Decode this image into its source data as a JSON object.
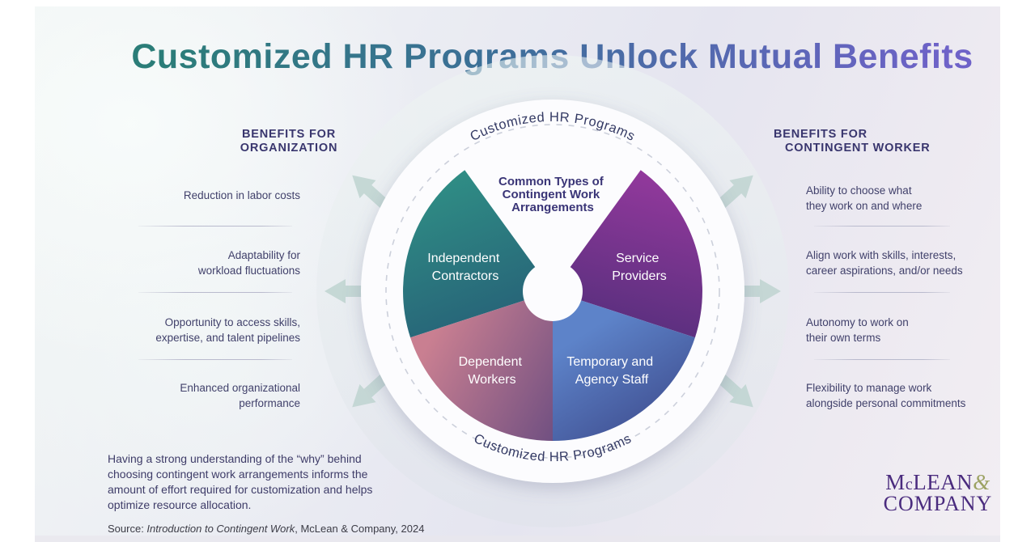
{
  "title": "Customized HR Programs Unlock Mutual Benefits",
  "colors": {
    "title_gradient_from": "#2B7D78",
    "title_gradient_to": "#6E62C8",
    "heading_text": "#39366E",
    "body_text": "#41416B",
    "arc_text": "#343A64",
    "divider": "#B9BACD",
    "arrow": "#BFD4D0",
    "ring_white": "#FCFCFE",
    "logo_purple": "#4A2B7E",
    "logo_ampersand": "#9CA263"
  },
  "left_panel": {
    "heading_line1": "BENEFITS FOR",
    "heading_line2": "ORGANIZATION",
    "items": [
      "Reduction in labor costs",
      "Adaptability for\nworkload fluctuations",
      "Opportunity to access skills,\nexpertise, and talent pipelines",
      "Enhanced organizational\nperformance"
    ]
  },
  "right_panel": {
    "heading_line1": "BENEFITS FOR",
    "heading_line2": "CONTINGENT WORKER",
    "items": [
      "Ability to choose what\nthey work on and where",
      "Align work with skills, interests,\ncareer aspirations, and/or needs",
      "Autonomy to work on\ntheir own terms",
      "Flexibility to manage work\nalongside personal commitments"
    ]
  },
  "wheel": {
    "top_arc_label": "Customized HR Programs",
    "bottom_arc_label": "Customized HR Programs",
    "center_title": {
      "line1": "Common Types of",
      "line2": "Contingent Work",
      "line3": "Arrangements"
    },
    "segments": [
      {
        "name": "independent-contractors",
        "line1": "Independent",
        "line2": "Contractors",
        "color_from": "#309186",
        "color_to": "#224A70"
      },
      {
        "name": "service-providers",
        "line1": "Service",
        "line2": "Providers",
        "color_from": "#9A3AA0",
        "color_to": "#3F2B70"
      },
      {
        "name": "dependent-workers",
        "line1": "Dependent",
        "line2": "Workers",
        "color_from": "#C97F91",
        "color_to": "#3D3478"
      },
      {
        "name": "temporary-agency-staff",
        "line1": "Temporary and",
        "line2": "Agency Staff",
        "color_from": "#5D83C9",
        "color_to": "#333878"
      }
    ]
  },
  "footnote": "Having a strong understanding of the “why” behind\nchoosing contingent work arrangements informs the\namount of effort required for customization and helps\noptimize resource allocation.",
  "source": {
    "prefix": "Source: ",
    "work_title": "Introduction to Contingent Work",
    "suffix": ", McLean & Company, 2024"
  },
  "logo": {
    "name_m": "M",
    "name_c": "c",
    "name_rest": "LEAN",
    "ampersand": "&",
    "line2": "COMPANY"
  }
}
